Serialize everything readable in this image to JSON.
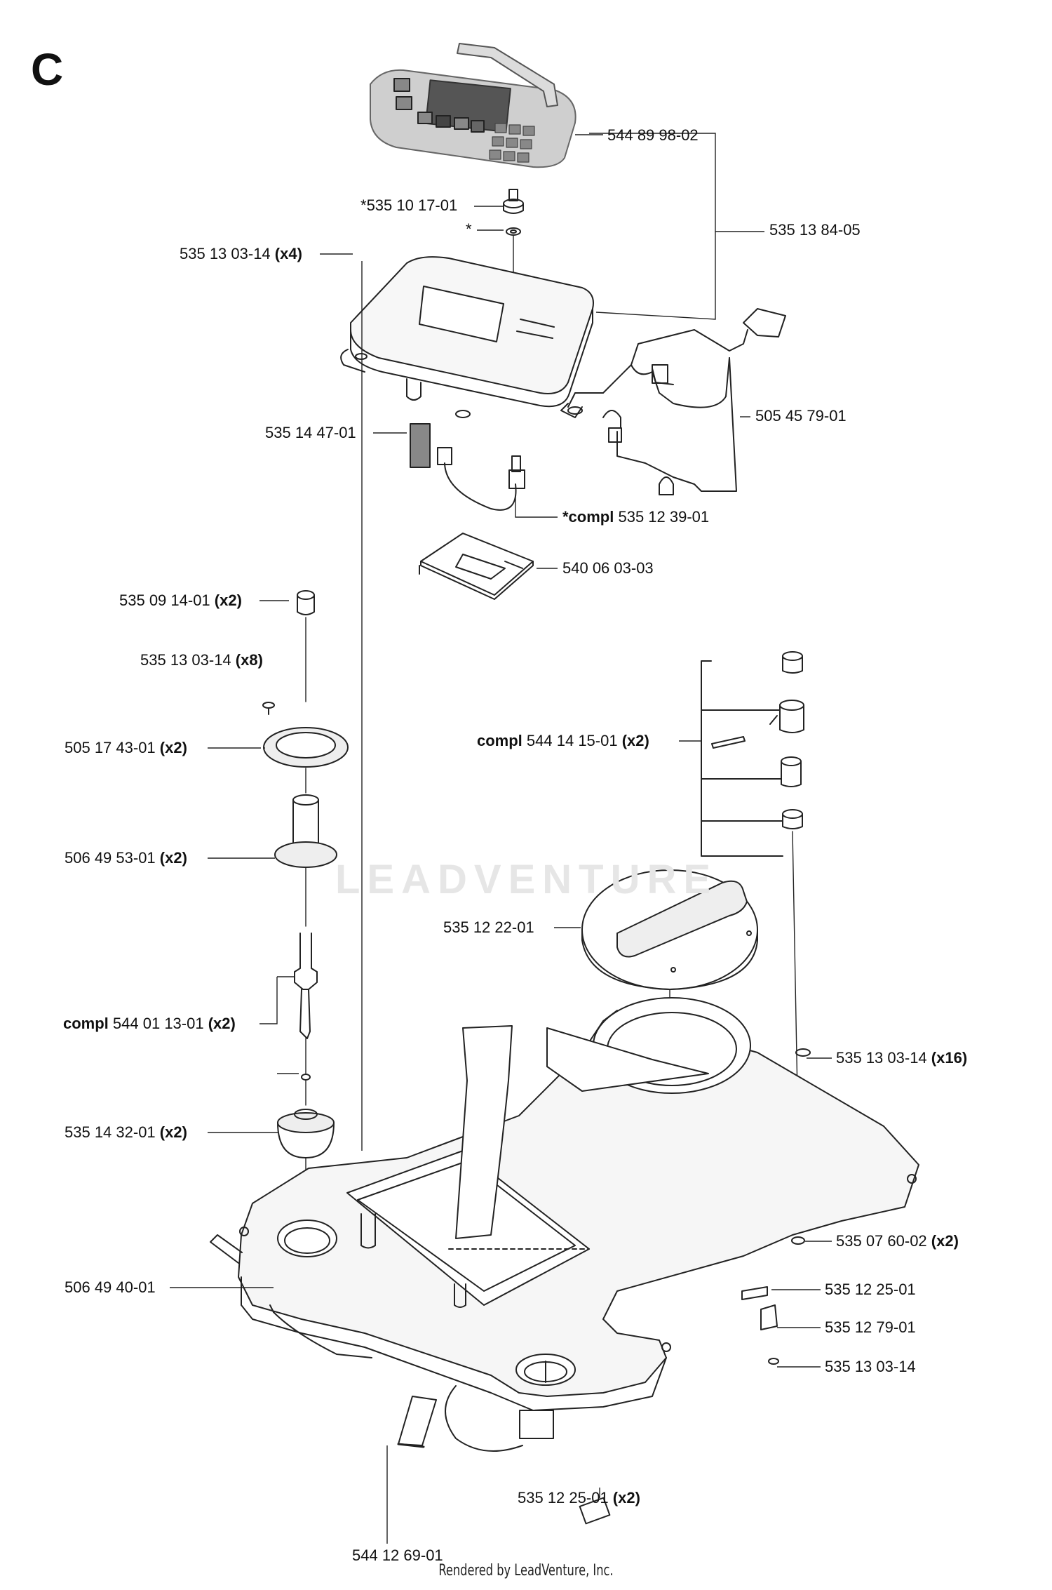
{
  "section_letter": "C",
  "footer": "Rendered by LeadVenture, Inc.",
  "watermark": "LEADVENTURE",
  "parts": [
    {
      "pn": "544 89 98-02",
      "pre": "",
      "suf": ""
    },
    {
      "pn": "535 10 17-01",
      "pre": "*",
      "suf": ""
    },
    {
      "pn": "*",
      "pre": "",
      "suf": ""
    },
    {
      "pn": "535 13 84-05",
      "pre": "",
      "suf": ""
    },
    {
      "pn": "535 13 03-14",
      "pre": "",
      "suf": "(x4)"
    },
    {
      "pn": "505 45 79-01",
      "pre": "",
      "suf": ""
    },
    {
      "pn": "535 14 47-01",
      "pre": "",
      "suf": ""
    },
    {
      "pn": "535 12 39-01",
      "pre": "*compl",
      "suf": ""
    },
    {
      "pn": "540 06 03-03",
      "pre": "",
      "suf": ""
    },
    {
      "pn": "535 09 14-01",
      "pre": "",
      "suf": "(x2)"
    },
    {
      "pn": "535 13 03-14",
      "pre": "",
      "suf": "(x8)"
    },
    {
      "pn": "505 17 43-01",
      "pre": "",
      "suf": "(x2)"
    },
    {
      "pn": "544 14 15-01",
      "pre": "compl",
      "suf": "(x2)"
    },
    {
      "pn": "506 49 53-01",
      "pre": "",
      "suf": "(x2)"
    },
    {
      "pn": "535 12 22-01",
      "pre": "",
      "suf": ""
    },
    {
      "pn": "544 01 13-01",
      "pre": "compl",
      "suf": "(x2)"
    },
    {
      "pn": "535 13 03-14",
      "pre": "",
      "suf": "(x16)"
    },
    {
      "pn": "535 14 32-01",
      "pre": "",
      "suf": "(x2)"
    },
    {
      "pn": "535 07 60-02",
      "pre": "",
      "suf": "(x2)"
    },
    {
      "pn": "506 49 40-01",
      "pre": "",
      "suf": ""
    },
    {
      "pn": "535 12 25-01",
      "pre": "",
      "suf": ""
    },
    {
      "pn": "535 12 79-01",
      "pre": "",
      "suf": ""
    },
    {
      "pn": "535 13 03-14",
      "pre": "",
      "suf": ""
    },
    {
      "pn": "535 12 25-01",
      "pre": "",
      "suf": "(x2)"
    },
    {
      "pn": "544 12 69-01",
      "pre": "",
      "suf": ""
    }
  ]
}
